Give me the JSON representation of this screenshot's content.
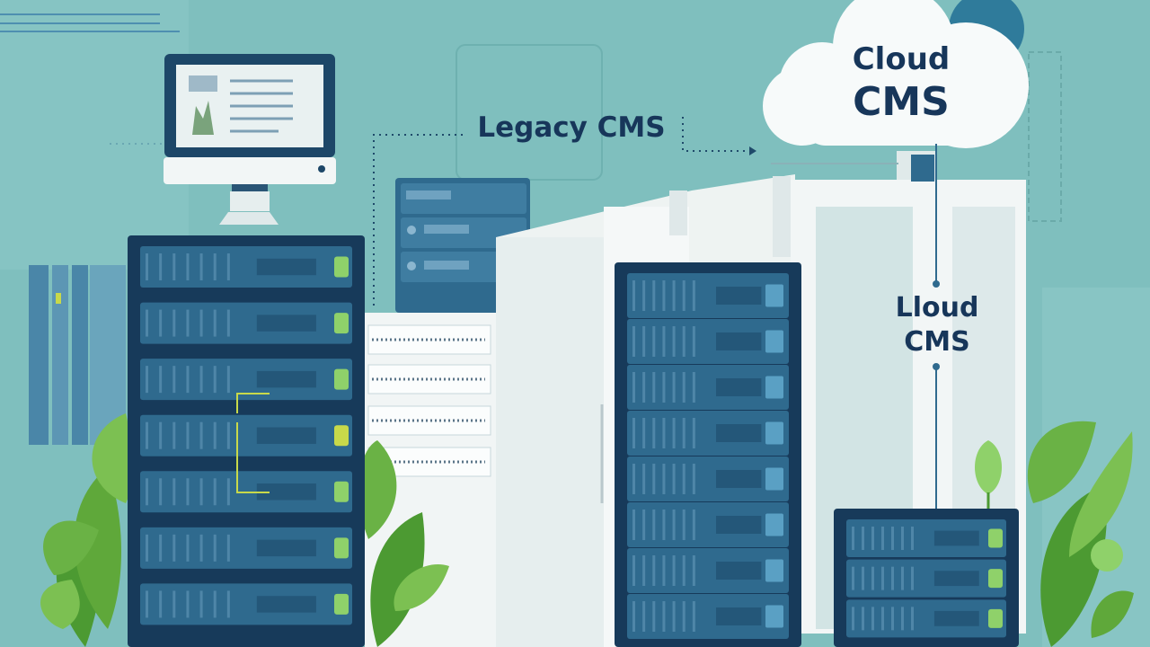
{
  "labels": {
    "legacy": "Legacy CMS",
    "cloud_line1": "Cloud",
    "cloud_line2": "CMS",
    "lloud_line1": "Lloud",
    "lloud_line2": "CMS"
  },
  "colors": {
    "background": "#7fbfbe",
    "rack_dark": "#173a5a",
    "unit_blue": "#2f6a8e",
    "led_green": "#8fd16a",
    "led_yellow": "#c8d94a",
    "cabinet_white": "#eef3f2",
    "leaf_green": "#5fa83a",
    "cloud_white": "#f7fafa",
    "text_navy": "#17365a"
  }
}
